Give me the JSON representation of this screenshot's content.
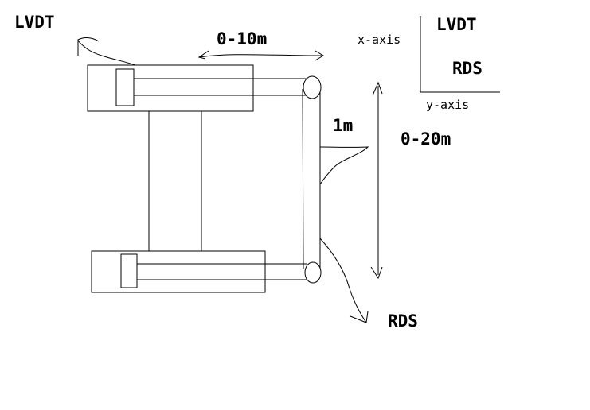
{
  "labels": {
    "lvdt_top_left": "LVDT",
    "range_x": "0-10m",
    "length_1m": "1m",
    "range_y": "0-20m",
    "rds_bottom": "RDS"
  },
  "legend": {
    "x_axis": "x-axis",
    "y_axis": "y-axis",
    "lvdt": "LVDT",
    "rds": "RDS"
  }
}
